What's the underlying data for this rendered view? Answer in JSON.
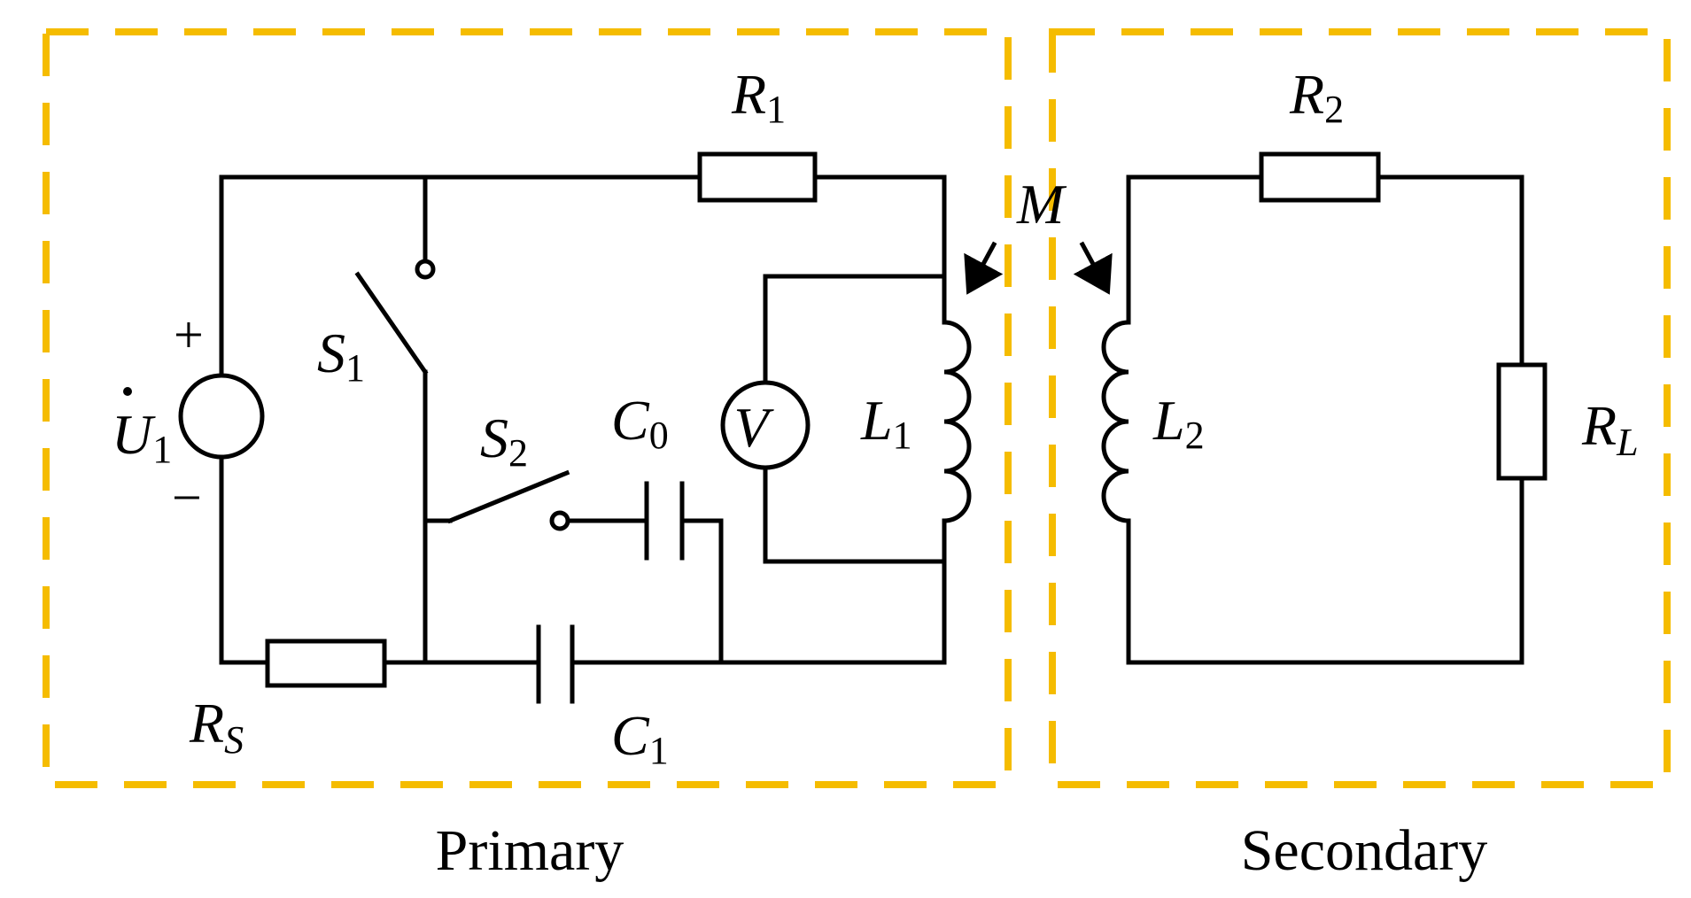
{
  "zones": {
    "primary": "Primary",
    "secondary": "Secondary"
  },
  "components": {
    "source": {
      "main": "U",
      "sub": "1"
    },
    "r1": {
      "main": "R",
      "sub": "1"
    },
    "r2": {
      "main": "R",
      "sub": "2"
    },
    "rs": {
      "main": "R",
      "sub": "S"
    },
    "rl": {
      "main": "R",
      "sub": "L"
    },
    "s1": {
      "main": "S",
      "sub": "1"
    },
    "s2": {
      "main": "S",
      "sub": "2"
    },
    "c0": {
      "main": "C",
      "sub": "0"
    },
    "c1": {
      "main": "C",
      "sub": "1"
    },
    "l1": {
      "main": "L",
      "sub": "1"
    },
    "l2": {
      "main": "L",
      "sub": "2"
    },
    "voltmeter": "V",
    "mutual": "M"
  },
  "signs": {
    "plus": "+",
    "minus": "−"
  },
  "colors": {
    "zone_border": "#F5BC00",
    "wire": "#000000"
  }
}
